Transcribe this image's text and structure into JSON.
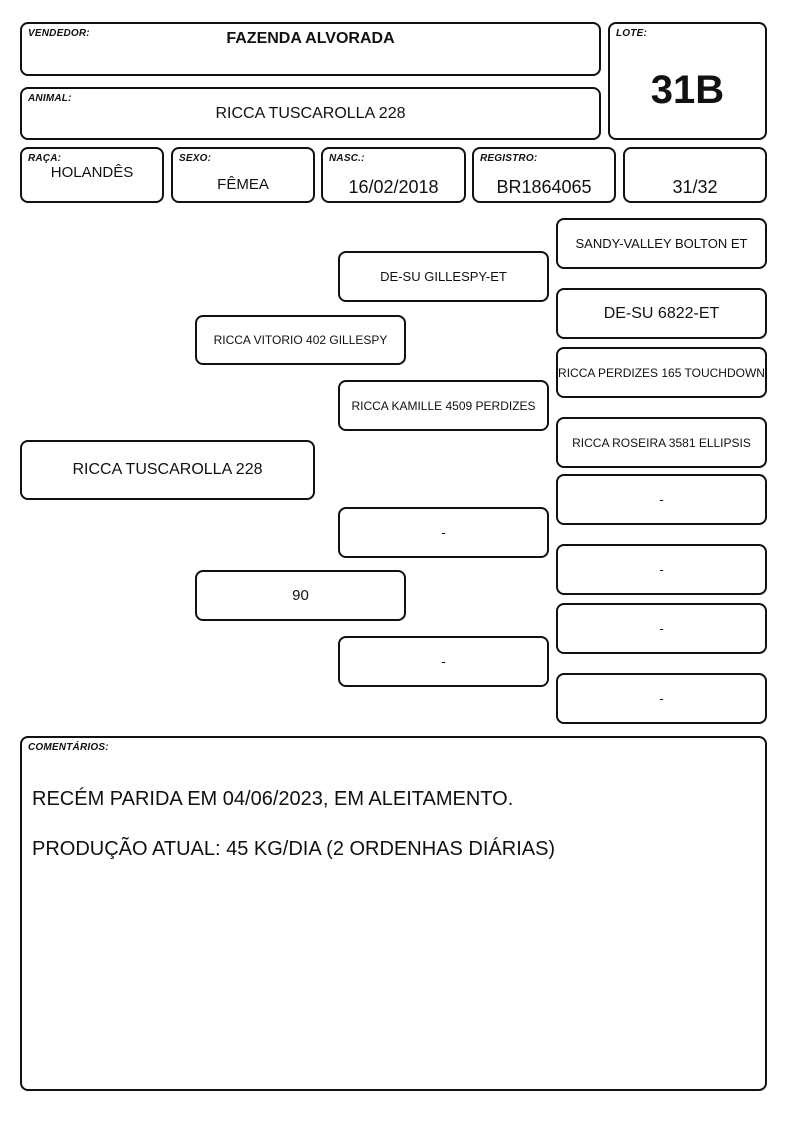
{
  "header": {
    "vendedor": {
      "label": "VENDEDOR:",
      "value": "FAZENDA ALVORADA"
    },
    "lote": {
      "label": "LOTE:",
      "value": "31B"
    },
    "animal": {
      "label": "ANIMAL:",
      "value": "RICCA TUSCAROLLA 228"
    }
  },
  "info": {
    "raca": {
      "label": "RAÇA:",
      "value": "HOLANDÊS"
    },
    "sexo": {
      "label": "SEXO:",
      "value": "FÊMEA"
    },
    "nasc": {
      "label": "NASC.:",
      "value": "16/02/2018"
    },
    "registro": {
      "label": "REGISTRO:",
      "value": "BR1864065"
    },
    "grau": {
      "value": "31/32"
    }
  },
  "pedigree": {
    "animal": "RICCA TUSCAROLLA 228",
    "pai": "RICCA VITORIO 402 GILLESPY",
    "mae": "90",
    "avo_paterno": "DE-SU GILLESPY-ET",
    "avo_paterna": "RICCA KAMILLE 4509 PERDIZES",
    "avo_materno": "-",
    "avo_materna": "-",
    "bisavos": [
      "SANDY-VALLEY BOLTON ET",
      "DE-SU 6822-ET",
      "RICCA PERDIZES 165 TOUCHDOWN",
      "RICCA ROSEIRA 3581 ELLIPSIS",
      "-",
      "-",
      "-",
      "-"
    ]
  },
  "comentarios": {
    "label": "COMENTÁRIOS:",
    "line1": "RECÉM PARIDA EM 04/06/2023, EM ALEITAMENTO.",
    "line2": "PRODUÇÃO ATUAL: 45 KG/DIA (2 ORDENHAS DIÁRIAS)"
  }
}
